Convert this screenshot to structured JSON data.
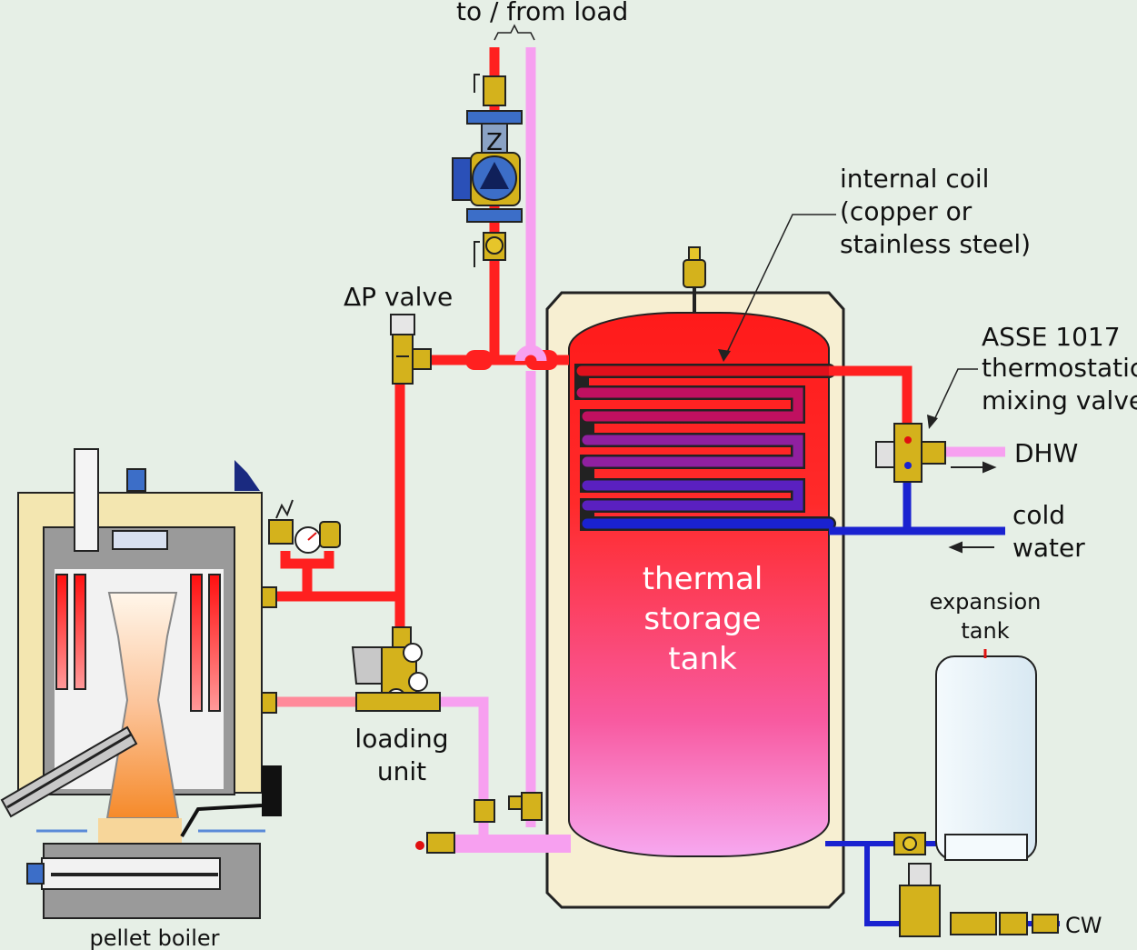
{
  "labels": {
    "to_from_load": "to / from load",
    "dp_valve": "ΔP valve",
    "internal_coil_1": "internal coil",
    "internal_coil_2": "(copper or",
    "internal_coil_3": "stainless steel)",
    "asse_1": "ASSE 1017",
    "asse_2": "thermostatic",
    "asse_3": "mixing valve",
    "dhw": "DHW",
    "cold_1": "cold",
    "cold_2": "water",
    "tank_1": "thermal",
    "tank_2": "storage",
    "tank_3": "tank",
    "expansion_1": "expansion",
    "expansion_2": "tank",
    "loading_1": "loading",
    "loading_2": "unit",
    "pellet_boiler": "pellet boiler",
    "cw": "CW"
  },
  "colors": {
    "background": "#e6efe6",
    "hot": "#ff2020",
    "return": "#f7a0f0",
    "cold": "#1a22d0",
    "brass": "#d4b21c",
    "boiler_jacket": "#f3e6b0"
  },
  "icons": {
    "pump": "circulator-pump-icon",
    "gauge": "pressure-gauge-icon",
    "vent": "air-vent-icon",
    "valve": "ball-valve-icon"
  }
}
